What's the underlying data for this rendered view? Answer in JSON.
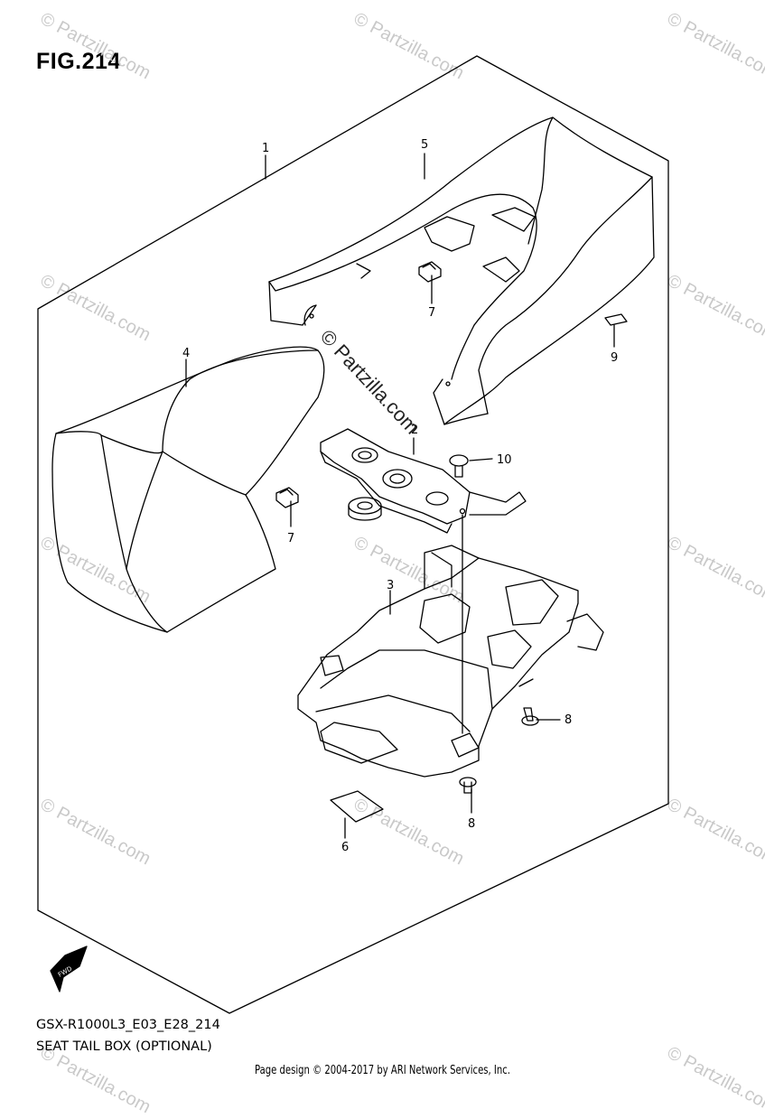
{
  "figure": {
    "title": "FIG.214",
    "code": "GSX-R1000L3_E03_E28_214",
    "name": "SEAT TAIL BOX (OPTIONAL)"
  },
  "callouts": [
    {
      "id": "c1",
      "label": "1"
    },
    {
      "id": "c2",
      "label": "2"
    },
    {
      "id": "c3",
      "label": "3"
    },
    {
      "id": "c4",
      "label": "4"
    },
    {
      "id": "c5",
      "label": "5"
    },
    {
      "id": "c6",
      "label": "6"
    },
    {
      "id": "c7a",
      "label": "7"
    },
    {
      "id": "c7b",
      "label": "7"
    },
    {
      "id": "c8a",
      "label": "8"
    },
    {
      "id": "c8b",
      "label": "8"
    },
    {
      "id": "c9",
      "label": "9"
    },
    {
      "id": "c10",
      "label": "10"
    }
  ],
  "direction_badge": "FWD",
  "watermark": {
    "text": "© Partzilla.com"
  },
  "footer": "Page design © 2004-2017 by ARI Network Services, Inc."
}
